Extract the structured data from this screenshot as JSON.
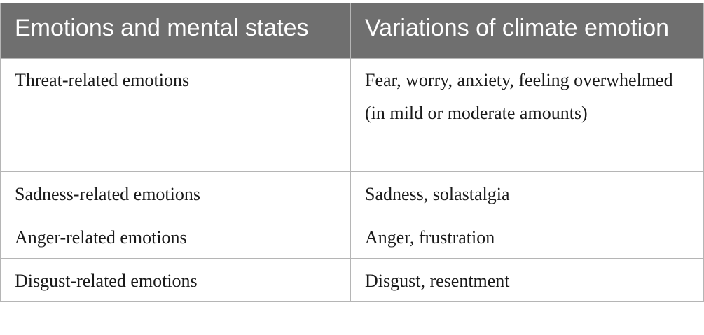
{
  "table": {
    "headers": [
      "Emotions and mental states",
      "Variations of climate emotion"
    ],
    "rows": [
      [
        "Threat-related emotions",
        "Fear, worry, anxiety, feeling overwhelmed (in mild or moderate amounts)"
      ],
      [
        "Sadness-related emotions",
        "Sadness, solastalgia"
      ],
      [
        "Anger-related emotions",
        "Anger, frustration"
      ],
      [
        "Disgust-related emotions",
        "Disgust, resentment"
      ]
    ]
  },
  "colors": {
    "header_background": "#6f6f6f",
    "header_text": "#ffffff",
    "border": "#b5b5b5",
    "body_text": "#1a1a1a"
  }
}
